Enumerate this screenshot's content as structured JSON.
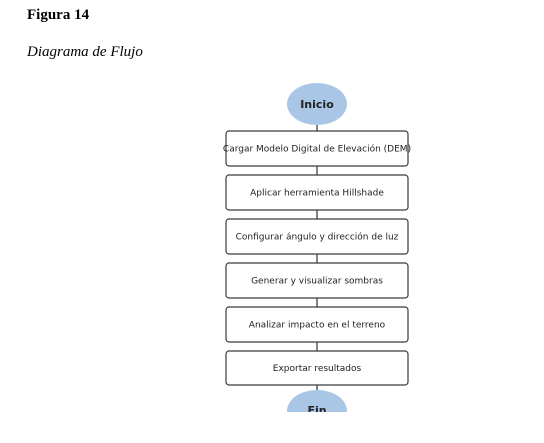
{
  "figure": {
    "label": "Figura 14",
    "title": "Diagrama de Flujo"
  },
  "flowchart": {
    "start": "Inicio",
    "steps": [
      "Cargar Modelo Digital de Elevación (DEM)",
      "Aplicar herramienta Hillshade",
      "Configurar ángulo y dirección de luz",
      "Generar y visualizar sombras",
      "Analizar impacto en el terreno",
      "Exportar resultados"
    ],
    "end": "Fin",
    "colors": {
      "terminal_fill": "#a9c6e6",
      "box_stroke": "#3a3a3a",
      "connector": "#333333"
    }
  }
}
